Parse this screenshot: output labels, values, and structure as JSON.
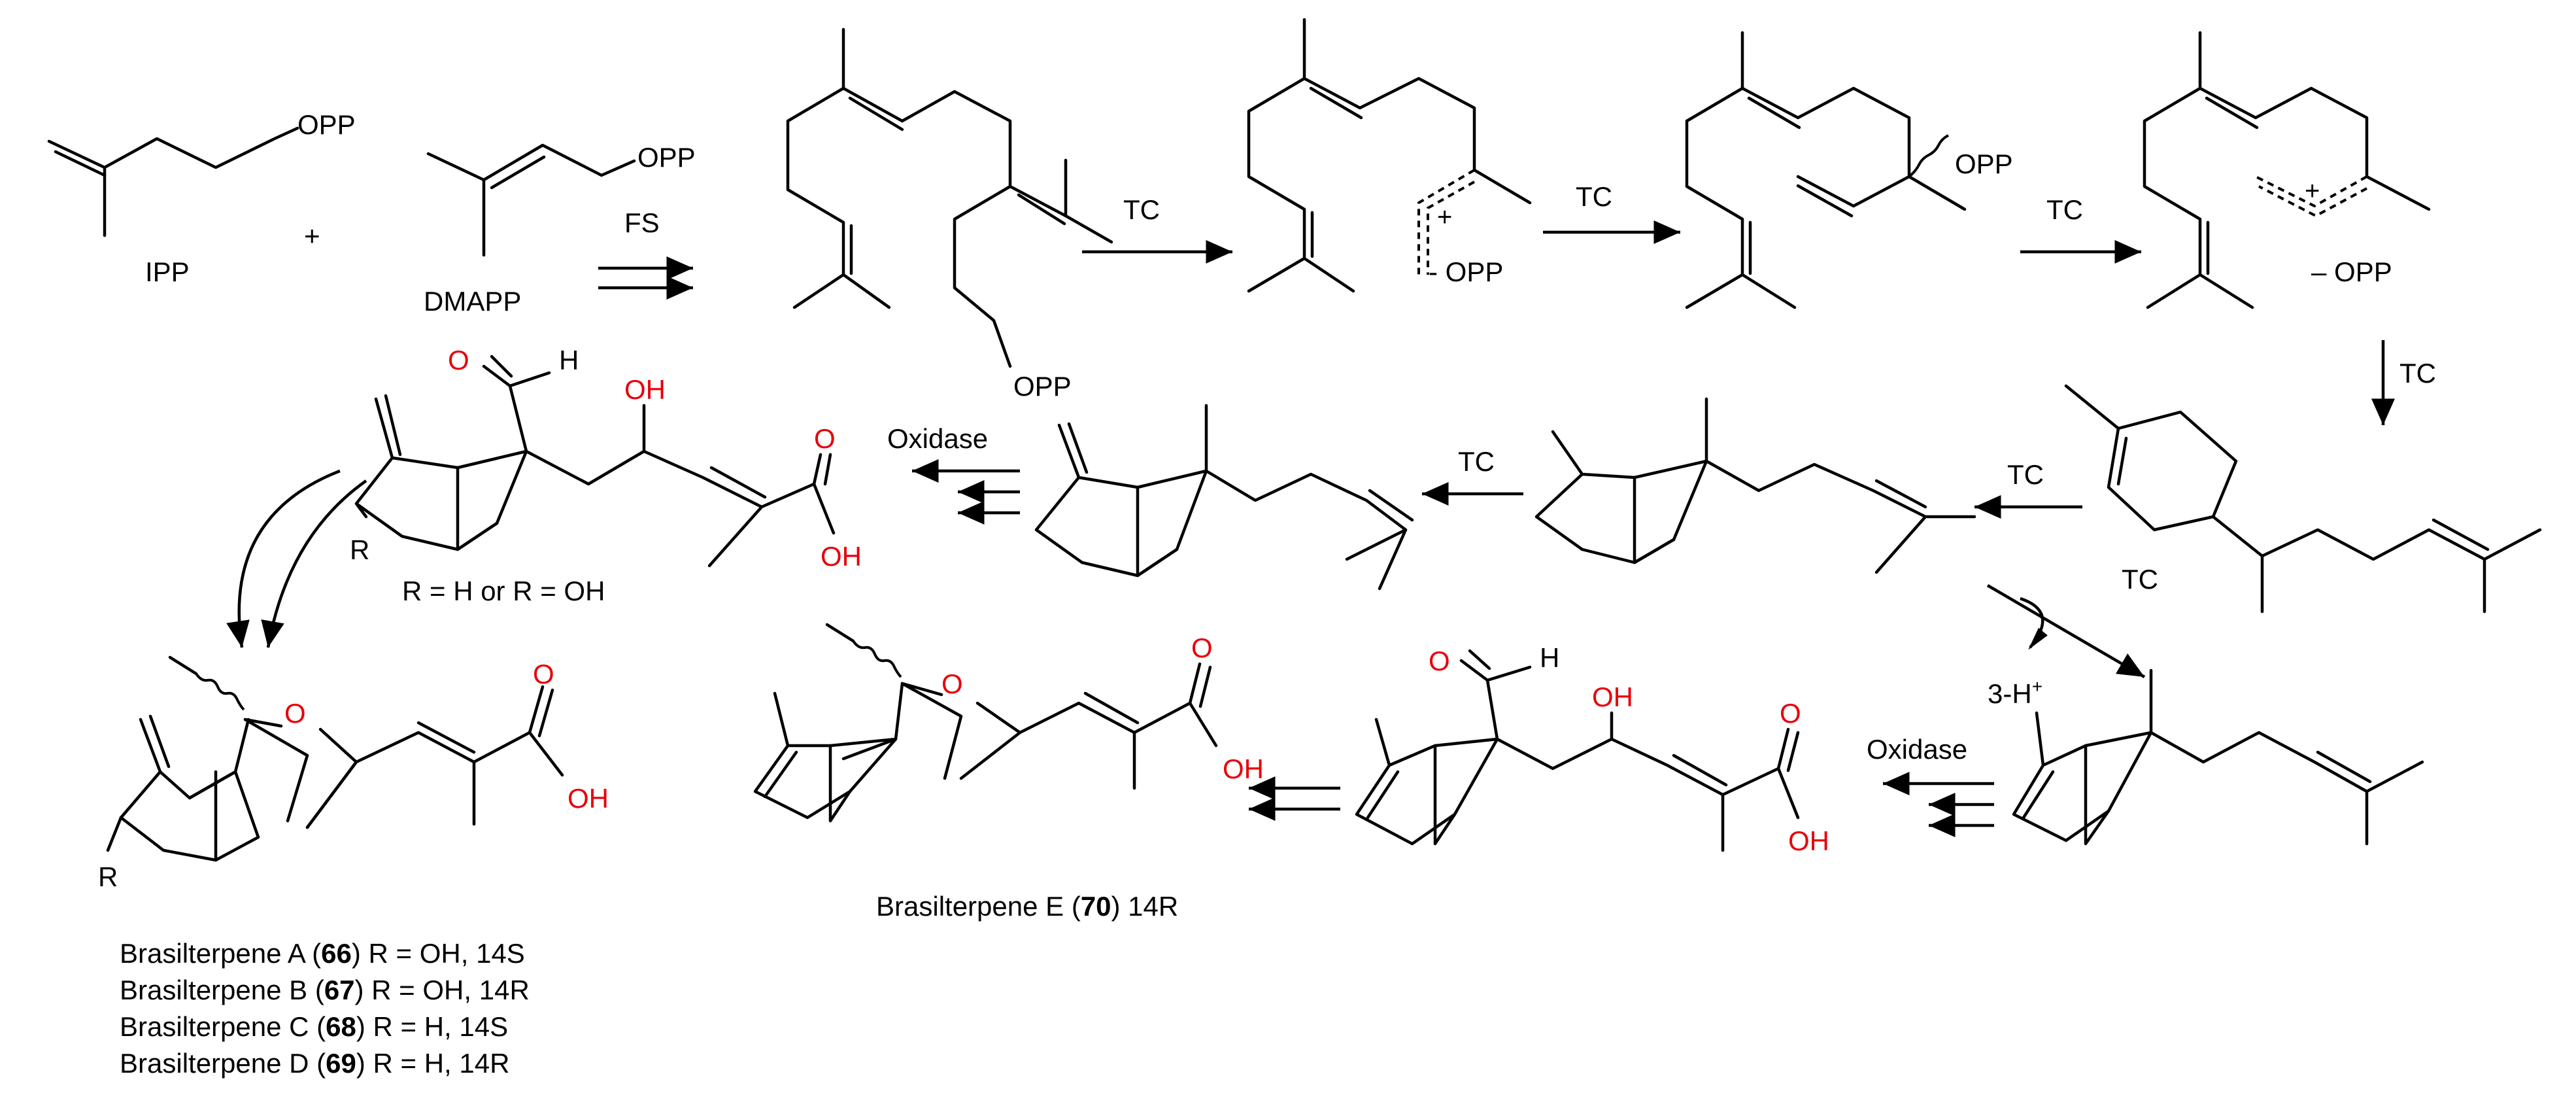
{
  "compounds": {
    "ipp": "IPP",
    "dmapp": "DMAPP",
    "brasilterpene_e": {
      "pre": "Brasilterpene E (",
      "num": "70",
      "post": ") 14R"
    }
  },
  "groups": {
    "opp": "OPP",
    "neg_opp": "- OPP",
    "neg_opp_2": "– OPP",
    "oh": "OH",
    "o": "O",
    "h": "H",
    "r": "R",
    "plus": "+",
    "proton_loss": "3-H",
    "proton_sup": "+"
  },
  "operators": {
    "plus_sign": "+"
  },
  "enzymes": {
    "fs": "FS",
    "tc": "TC",
    "oxidase": "Oxidase"
  },
  "r_definition": "R = H or R = OH",
  "product_legend": [
    {
      "pre": "Brasilterpene A (",
      "num": "66",
      "post": ") R = OH, 14S"
    },
    {
      "pre": "Brasilterpene B (",
      "num": "67",
      "post": ") R = OH, 14R"
    },
    {
      "pre": "Brasilterpene C (",
      "num": "68",
      "post": ") R = H, 14S"
    },
    {
      "pre": "Brasilterpene D (",
      "num": "69",
      "post": ") R = H, 14R"
    }
  ]
}
